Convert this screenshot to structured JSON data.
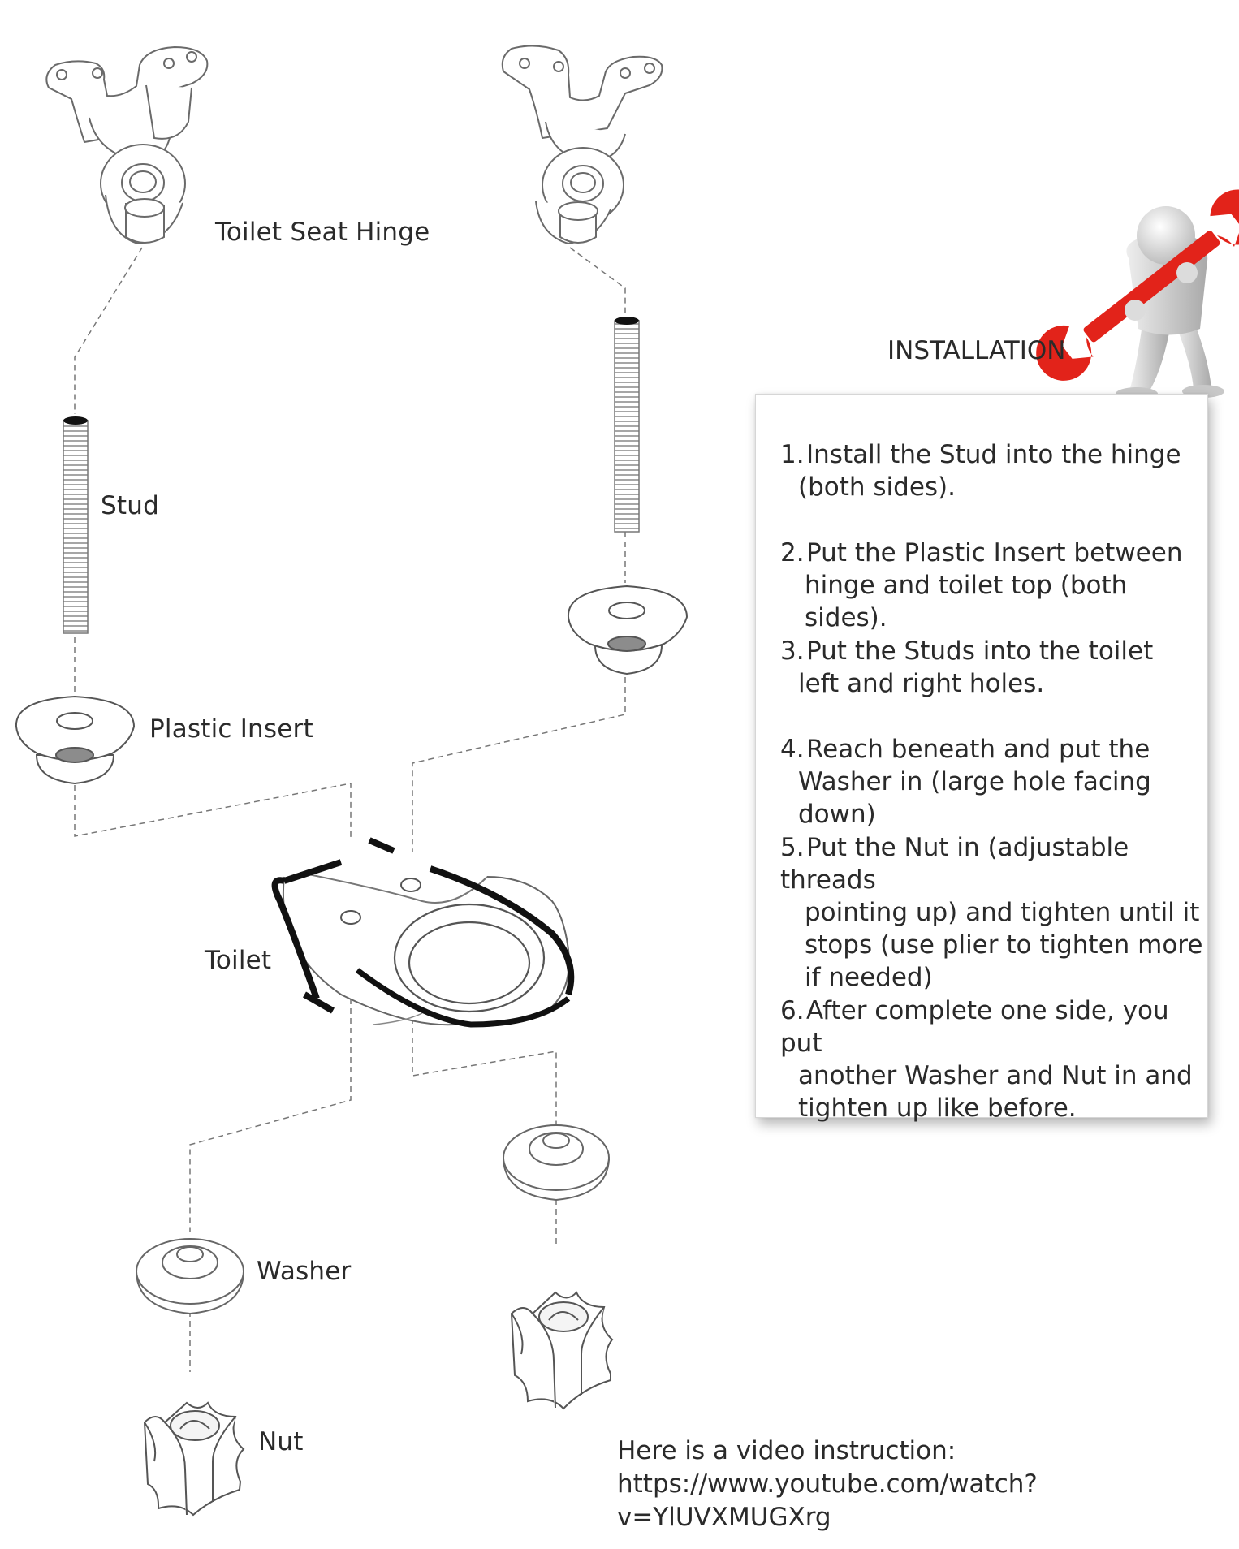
{
  "parts": {
    "hinge": "Toilet Seat Hinge",
    "stud": "Stud",
    "insert": "Plastic Insert",
    "toilet": "Toilet",
    "washer": "Washer",
    "nut": "Nut"
  },
  "installation": {
    "title": "INSTALLATION",
    "steps": [
      {
        "num": "1.",
        "lines": [
          "Install  the Stud into the hinge",
          "(both sides)."
        ]
      },
      {
        "num": "2.",
        "lines": [
          "Put the Plastic Insert between",
          "hinge and toilet top (both sides)."
        ]
      },
      {
        "num": "3.",
        "lines": [
          "Put the Studs into the toilet",
          "left and right holes."
        ]
      },
      {
        "num": "4.",
        "lines": [
          "Reach beneath and put the",
          "Washer in (large hole facing down)"
        ]
      },
      {
        "num": "5.",
        "lines": [
          "Put the Nut  in (adjustable threads",
          "pointing up) and tighten until it",
          "stops (use plier to tighten more",
          "if needed)"
        ]
      },
      {
        "num": "6.",
        "lines": [
          "After complete one side, you put",
          "another Washer and Nut in and",
          "tighten up like before."
        ]
      }
    ]
  },
  "video": {
    "line1": "Here is a video instruction:",
    "url": "https://www.youtube.com/watch?v=YlUVXMUGXrg"
  },
  "colors": {
    "wrench": "#e2231a",
    "line": "#555555",
    "toilet_rim": "#111111"
  }
}
